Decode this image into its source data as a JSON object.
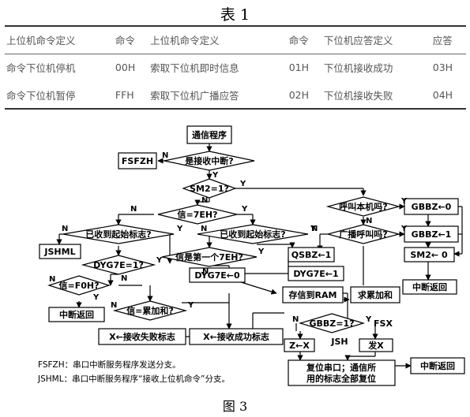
{
  "table": {
    "title": "表 1",
    "headers": [
      "上位机命令定义",
      "命令",
      "上位机命令定义",
      "命令",
      "下位机应答定义",
      "应答"
    ],
    "rows": [
      [
        "命令下位机停机",
        "00H",
        "索取下位机即时信息",
        "01H",
        "下位机接收成功",
        "03H"
      ],
      [
        "命令下位机暂停",
        "FFH",
        "索取下位机广播应答",
        "02H",
        "下位机接收失败",
        "04H"
      ]
    ]
  },
  "flow": {
    "start": "通信程序",
    "fsfzh": "FSFZH",
    "interrupt_q": "是接收中断?",
    "sm2_q": "SM2=1?",
    "call_q": "呼叫本机吗?",
    "gbbz0": "GBBZ←0",
    "xin7e_q": "信=7EH?",
    "broadcast_q": "广播呼叫吗?",
    "gbbz1": "GBBZ←1",
    "start_flag_q1": "已收到起始标志?",
    "start_flag_q2": "已收到起始标志?",
    "jshml": "JSHML",
    "dyg7e_q": "DYG7E=1?",
    "first7e_q": "信是第一个7EH?",
    "qsbz1": "QSBZ←1",
    "sm2_0": "SM2← 0",
    "xinf0h_q": "信=F0H?",
    "dyg7e0": "DYG7E←0",
    "dyg7e1": "DYG7E←1",
    "int_return_1": "中断返回",
    "xin_sum_q": "信=累加和?",
    "store_ram": "存信到RAM",
    "accumulate": "求累加和",
    "int_return_2": "中断返回",
    "recv_fail": "X←接收失败标志",
    "recv_ok": "X←接收成功标志",
    "gbbz_q": "GBBZ=1?",
    "fsx": "FSX",
    "z_x": "Z←X",
    "jsh": "JSH",
    "send_x": "发X",
    "reset_line1": "复位串口；通信所",
    "reset_line2": "用的标志全部复位",
    "int_return_3": "中断返回",
    "legend1": "FSFZH：串口中断服务程序发送分支。",
    "legend2": "JSHML：串口中断服务程序“接收上位机命令”分支。",
    "y": "Y",
    "n": "N"
  },
  "figure_label": "图 3"
}
